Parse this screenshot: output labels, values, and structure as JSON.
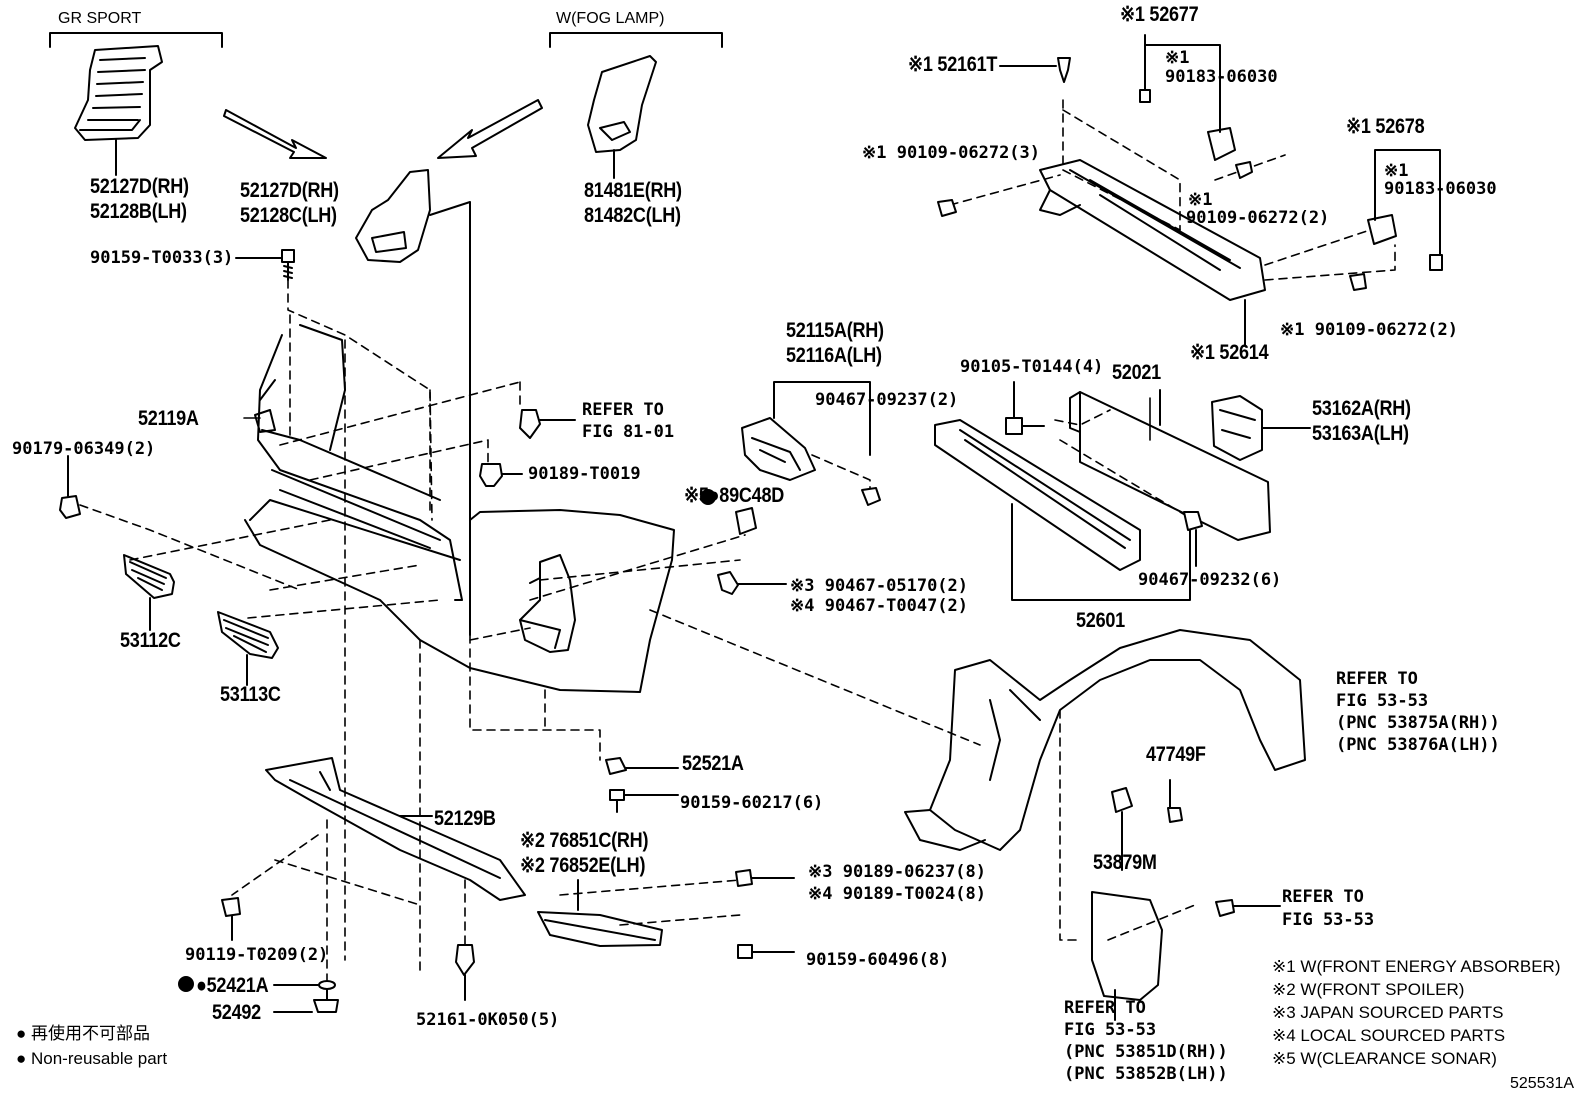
{
  "header": {
    "gr_sport": "GR SPORT",
    "fog_lamp": "W(FOG LAMP)"
  },
  "labels": {
    "p52677": "※1 52677",
    "p90183a_mark": "※1",
    "p90183a": "90183-06030",
    "p52161T": "※1 52161T",
    "p90109a": "※1 90109-06272(3)",
    "p90109b_mark": "※1",
    "p90109b": "90109-06272(2)",
    "p52678": "※1 52678",
    "p90183b_mark": "※1",
    "p90183b": "90183-06030",
    "p90109c": "※1 90109-06272(2)",
    "p52614": "※1 52614",
    "p52127D_top": "52127D(RH)",
    "p52128B": "52128B(LH)",
    "p52127D_mid": "52127D(RH)",
    "p52128C": "52128C(LH)",
    "p81481E": "81481E(RH)",
    "p81482C": "81482C(LH)",
    "p90159T0033": "90159-T0033(3)",
    "p52115A": "52115A(RH)",
    "p52116A": "52116A(LH)",
    "p90105": "90105-T0144(4)",
    "p52021": "52021",
    "p90467_09237": "90467-09237(2)",
    "p53162A": "53162A(RH)",
    "p53163A": "53163A(LH)",
    "p52119A": "52119A",
    "refer_fig81_1": "REFER TO",
    "refer_fig81_2": "FIG 81-01",
    "p90189T0019": "90189-T0019",
    "p90179": "90179-06349(2)",
    "p89C48D": "※5●89C48D",
    "p90467_05170": "※3 90467-05170(2)",
    "p90467_T0047": "※4 90467-T0047(2)",
    "p90467_09232": "90467-09232(6)",
    "p53112C": "53112C",
    "p52601": "52601",
    "refer_fig5353a_1": "REFER TO",
    "refer_fig5353a_2": "FIG 53-53",
    "refer_fig5353a_3": "(PNC 53875A(RH))",
    "refer_fig5353a_4": "(PNC 53876A(LH))",
    "p53113C": "53113C",
    "p52521A": "52521A",
    "p47749F": "47749F",
    "p90159_60217": "90159-60217(6)",
    "p52129B": "52129B",
    "p76851C": "※2 76851C(RH)",
    "p76852E": "※2 76852E(LH)",
    "p53879M": "53879M",
    "p90189_06237": "※3 90189-06237(8)",
    "p90189_T0024": "※4 90189-T0024(8)",
    "refer_fig5353b_1": "REFER TO",
    "refer_fig5353b_2": "FIG 53-53",
    "p90119": "90119-T0209(2)",
    "p90159_60496": "90159-60496(8)",
    "p52421A": "●52421A",
    "p52492": "52492",
    "p52161_0K050": "52161-0K050(5)",
    "refer_fig5353c_1": "REFER TO",
    "refer_fig5353c_2": "FIG 53-53",
    "refer_fig5353c_3": "(PNC 53851D(RH))",
    "refer_fig5353c_4": "(PNC 53852B(LH))"
  },
  "notes": {
    "non_reusable_jp": "● 再使用不可部品",
    "non_reusable_en": "● Non-reusable part"
  },
  "legend": [
    "※1 W(FRONT ENERGY ABSORBER)",
    "※2 W(FRONT SPOILER)",
    "※3 JAPAN SOURCED PARTS",
    "※4 LOCAL SOURCED PARTS",
    "※5 W(CLEARANCE SONAR)"
  ],
  "diagram_id": "525531A"
}
